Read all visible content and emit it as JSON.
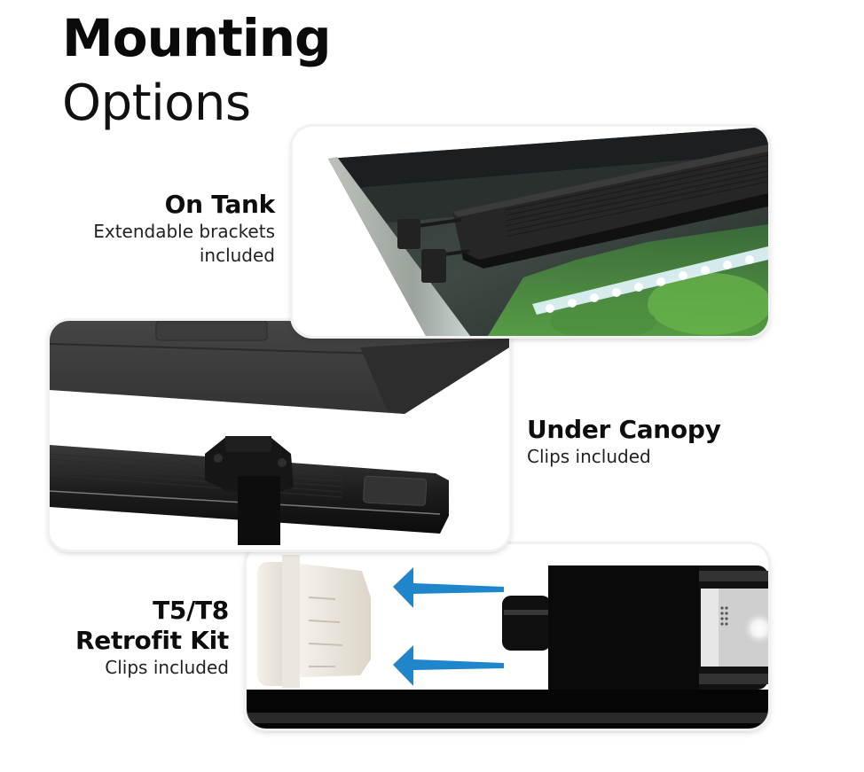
{
  "header": {
    "title_bold": "Mounting",
    "title_light": "Options"
  },
  "options": [
    {
      "title": "On Tank",
      "subtitle_line1": "Extendable brackets",
      "subtitle_line2": "included",
      "image": "light-on-aquarium-with-brackets"
    },
    {
      "title": "Under Canopy",
      "subtitle_line1": "Clips included",
      "image": "light-clipped-under-canopy"
    },
    {
      "title_line1": "T5/T8",
      "title_line2": "Retrofit Kit",
      "subtitle_line1": "Clips included",
      "image": "retrofit-end-cap-with-arrows"
    }
  ],
  "colors": {
    "arrow": "#1f86cc",
    "fixture": "#1b1b1b",
    "canopy": "#3a3a3a",
    "end_cap": "#ece8df",
    "plants": "#4e9a3a"
  },
  "icons": {
    "arrow_top": "arrow-left-icon",
    "arrow_bottom": "arrow-left-icon"
  }
}
